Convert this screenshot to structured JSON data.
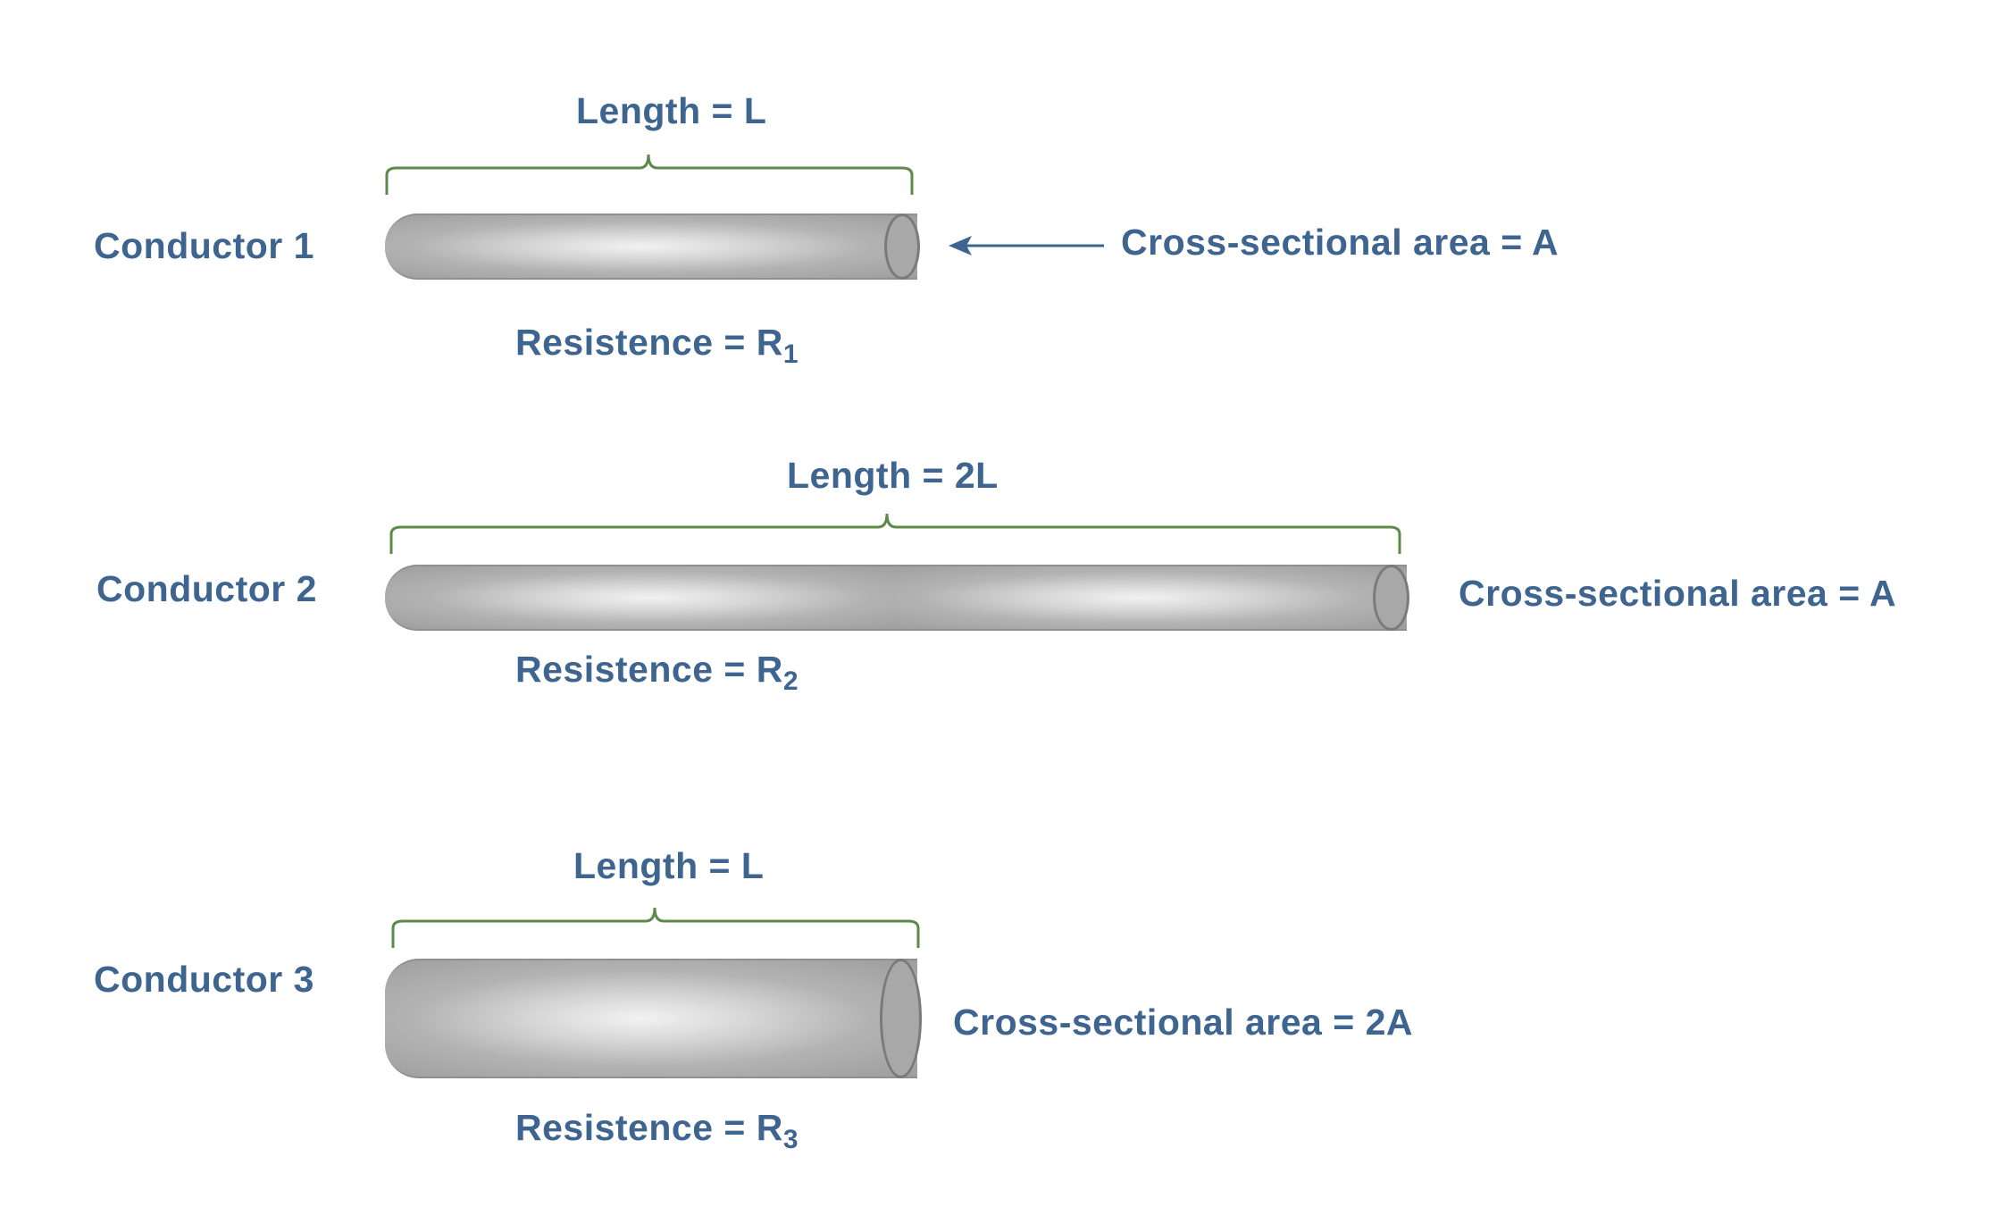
{
  "colors": {
    "text": "#3E6490",
    "brace": "#5E8A49",
    "rod": "#A8A8A8",
    "arrow": "#3E6490"
  },
  "conductors": [
    {
      "name": "Conductor 1",
      "length_label": "Length = L",
      "area_label": "Cross-sectional area = A",
      "resistance_label": "Resistence = R",
      "resistance_sub": "1"
    },
    {
      "name": "Conductor 2",
      "length_label": "Length = 2L",
      "area_label": "Cross-sectional area = A",
      "resistance_label": "Resistence = R",
      "resistance_sub": "2"
    },
    {
      "name": "Conductor 3",
      "length_label": "Length = L",
      "area_label": "Cross-sectional area = 2A",
      "resistance_label": "Resistence = R",
      "resistance_sub": "3"
    }
  ]
}
